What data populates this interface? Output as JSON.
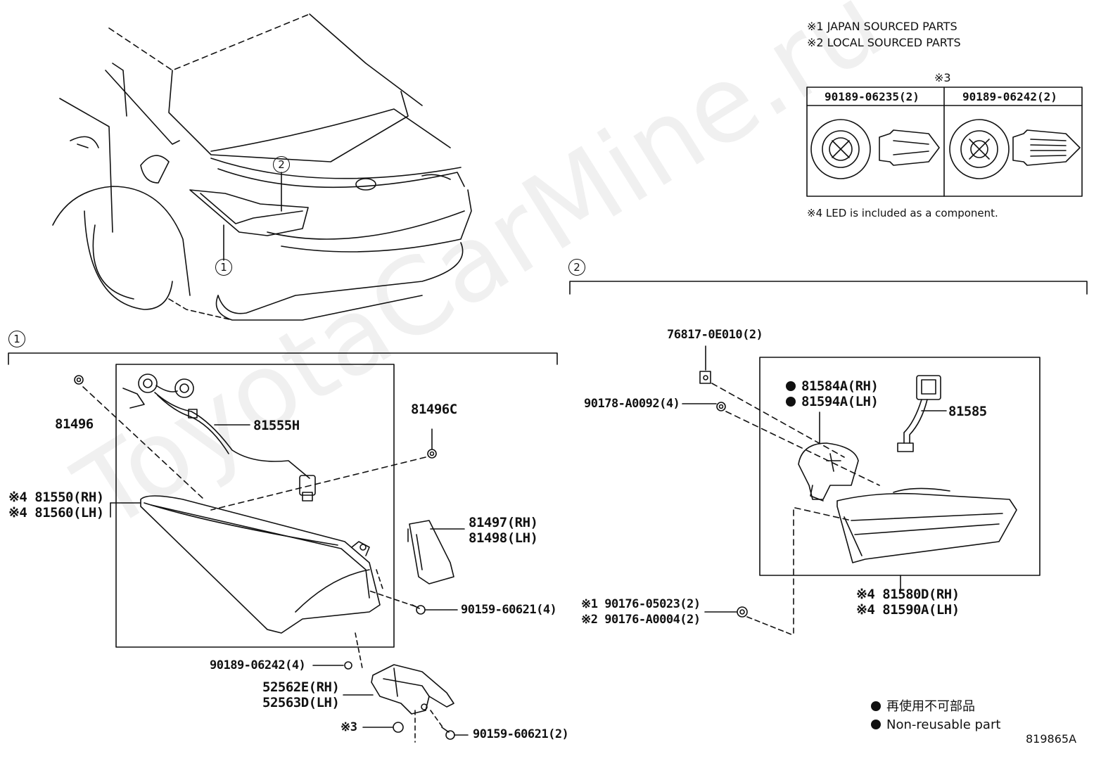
{
  "notes": {
    "n1": "※1 JAPAN SOURCED PARTS",
    "n2": "※2 LOCAL SOURCED PARTS",
    "n3": "※3",
    "n4": "※4 LED is included as a component."
  },
  "clip_table": {
    "col1": "90189-06235(2)",
    "col2": "90189-06242(2)"
  },
  "callouts": {
    "c1": "1",
    "c2": "2"
  },
  "group1": {
    "p81496": "81496",
    "p81555H": "81555H",
    "p81496C": "81496C",
    "p81550": "※4 81550(RH)",
    "p81560": "※4 81560(LH)",
    "p81497": "81497(RH)",
    "p81498": "81498(LH)",
    "p90159a": "90159-60621(4)",
    "p90189": "90189-06242(4)",
    "p52562": "52562E(RH)",
    "p52563": "52563D(LH)",
    "p_x3": "※3",
    "p90159b": "90159-60621(2)"
  },
  "group2": {
    "p76817": "76817-0E010(2)",
    "p90178": "90178-A0092(4)",
    "p81584": "81584A(RH)",
    "p81594": "81594A(LH)",
    "p81585": "81585",
    "p90176a": "※1 90176-05023(2)",
    "p90176b": "※2 90176-A0004(2)",
    "p81580": "※4 81580D(RH)",
    "p81590": "※4 81590A(LH)"
  },
  "legend": {
    "jp": "再使用不可部品",
    "en": "Non-reusable part"
  },
  "ref_code": "819865A",
  "watermark": "ToyotaCarMine.ru"
}
